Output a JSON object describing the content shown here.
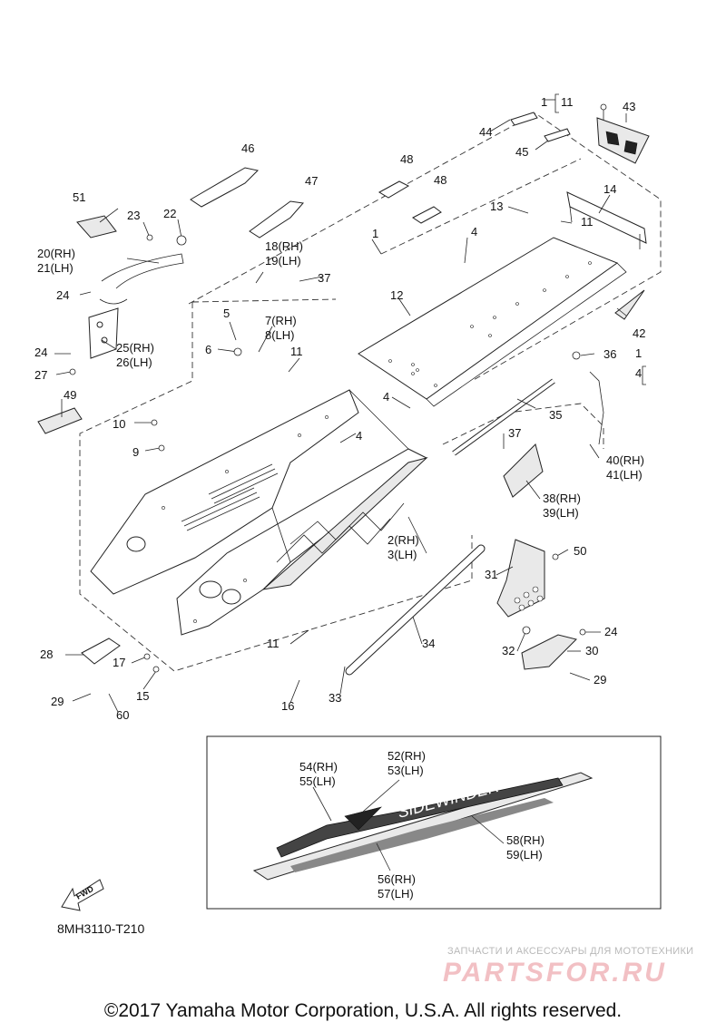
{
  "diagram": {
    "code": "8MH3110-T210",
    "copyright": "©2017 Yamaha Motor Corporation, U.S.A. All rights reserved.",
    "fwd_label": "FWD"
  },
  "watermark": {
    "caption": "ЗАПЧАСТИ И АКСЕССУАРЫ ДЛЯ МОТОТЕХНИКИ",
    "logo": "PARTSFOR.RU"
  },
  "decal": {
    "text": "SIDEWINDER"
  },
  "callouts": {
    "c1a": "1",
    "c11a": "11",
    "c43": "43",
    "c44": "44",
    "c45": "45",
    "c46": "46",
    "c47": "47",
    "c48a": "48",
    "c48b": "48",
    "c14": "14",
    "c13": "13",
    "c11b": "11",
    "c4a": "4",
    "c1b": "1",
    "c51": "51",
    "c23": "23",
    "c22": "22",
    "c18": "18(RH)",
    "c19": "19(LH)",
    "c20": "20(RH)",
    "c21": "21(LH)",
    "c37a": "37",
    "c12": "12",
    "c42": "42",
    "c24a": "24",
    "c5": "5",
    "c7": "7(RH)",
    "c8": "8(LH)",
    "c25": "25(RH)",
    "c26": "26(LH)",
    "c6": "6",
    "c11c": "11",
    "c24b": "24",
    "c27": "27",
    "c36": "36",
    "c1c": "1",
    "c4b": "4",
    "c49": "49",
    "c4c": "4",
    "c35": "35",
    "c10": "10",
    "c9": "9",
    "c4d": "4",
    "c37b": "37",
    "c40": "40(RH)",
    "c41": "41(LH)",
    "c38": "38(RH)",
    "c39": "39(LH)",
    "c2": "2(RH)",
    "c3": "3(LH)",
    "c50": "50",
    "c31": "31",
    "c24c": "24",
    "c32": "32",
    "c30": "30",
    "c11d": "11",
    "c34": "34",
    "c29a": "29",
    "c28": "28",
    "c17": "17",
    "c15": "15",
    "c29b": "29",
    "c60": "60",
    "c16": "16",
    "c33": "33",
    "c54": "54(RH)",
    "c55": "55(LH)",
    "c52": "52(RH)",
    "c53": "53(LH)",
    "c58": "58(RH)",
    "c59": "59(LH)",
    "c56": "56(RH)",
    "c57": "57(LH)"
  }
}
